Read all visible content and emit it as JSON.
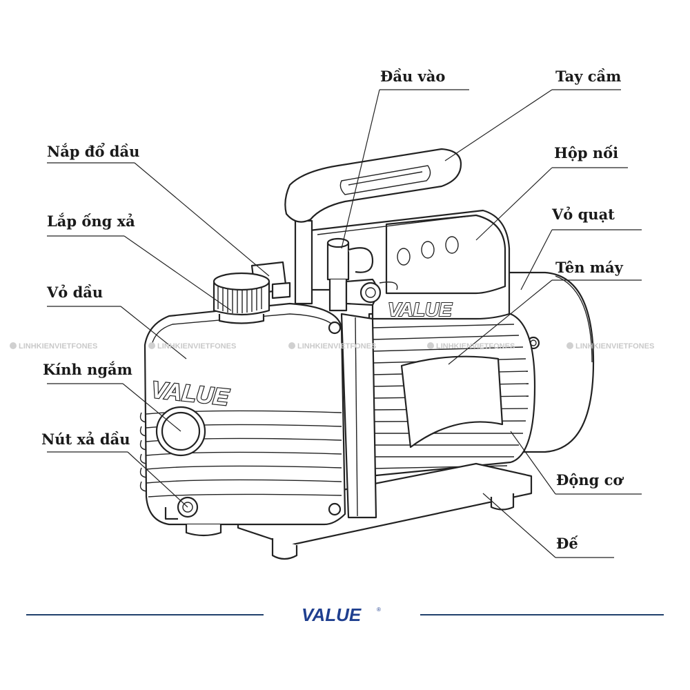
{
  "labels": {
    "inlet": "Đầu vào",
    "handle": "Tay cầm",
    "oil_fill_cap": "Nắp đổ dầu",
    "junction_box": "Hộp nối",
    "exhaust_fitting": "Lắp ống xả",
    "fan_cover": "Vỏ quạt",
    "oil_housing": "Vỏ dầu",
    "machine_name": "Tên máy",
    "sight_glass": "Kính ngắm",
    "oil_drain_plug": "Nút xả dầu",
    "motor": "Động cơ",
    "base": "Đế"
  },
  "watermark": {
    "text": "LINHKIENVIETFONES",
    "color": "#c9c9c9"
  },
  "brand": {
    "logo_text": "VALUE",
    "registered_mark": "®",
    "logo_color": "#1f3f8f"
  },
  "pump_body_text": "VALUE",
  "pump_top_text": "VALUE",
  "colors": {
    "line": "#222222",
    "divider": "#1f3f6b",
    "background": "#ffffff"
  }
}
